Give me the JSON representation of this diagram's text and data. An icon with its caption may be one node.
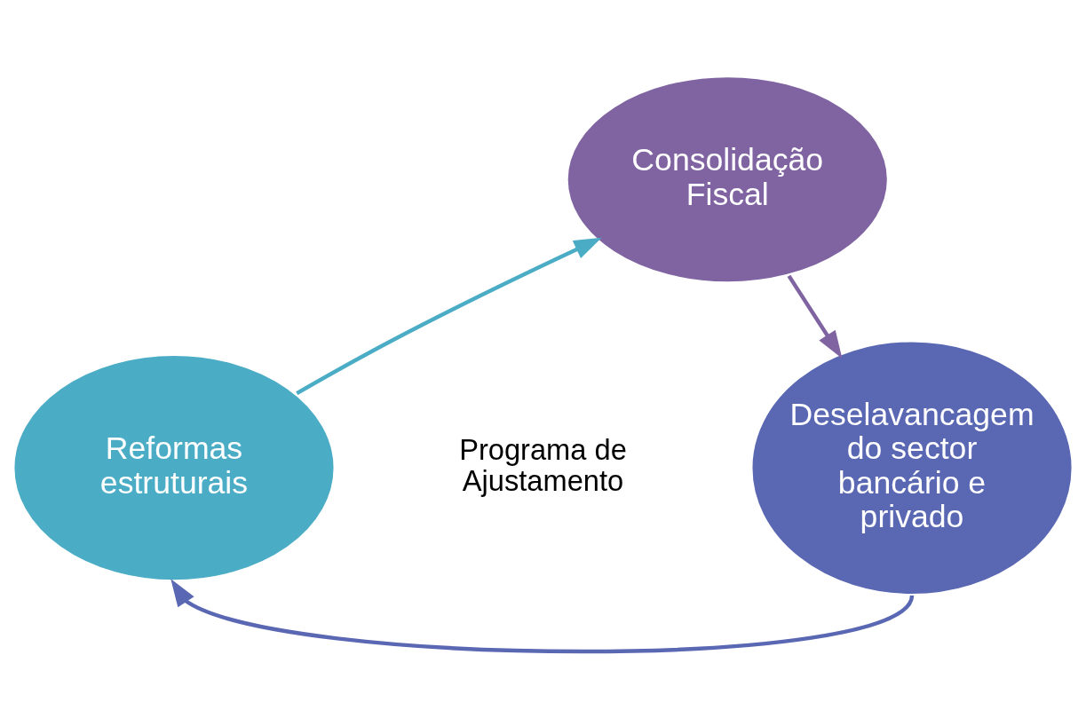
{
  "diagram": {
    "nodes": [
      {
        "text": [
          "Consolidação Fiscal"
        ]
      },
      {
        "text": [
          "Deselavancagem do sector bancário e privado"
        ]
      },
      {
        "text": [
          "Reformas estruturais"
        ]
      }
    ],
    "edges": [
      {
        "from": 0,
        "to": 1,
        "arrow": "to",
        "color": "#8064a2"
      },
      {
        "from": 1,
        "to": 2,
        "arrow": "to",
        "color": "#5a67b3"
      },
      {
        "from": 2,
        "to": 0,
        "arrow": "to",
        "color": "#4bacc6"
      }
    ],
    "labels": [
      "Programa de Ajustamento"
    ]
  }
}
